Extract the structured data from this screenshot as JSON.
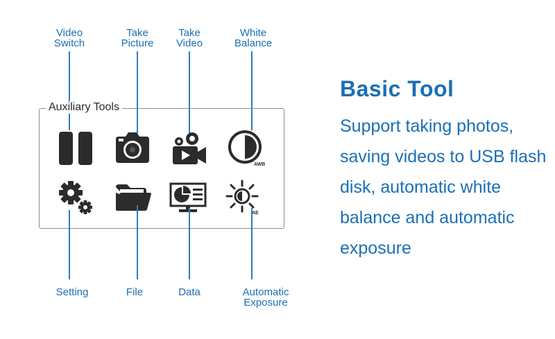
{
  "panel": {
    "title": "Auxiliary Tools"
  },
  "tools": {
    "video_switch": "Video\nSwitch",
    "take_picture": "Take\nPicture",
    "take_video": "Take\nVideo",
    "white_balance": "White\nBalance",
    "setting": "Setting",
    "file": "File",
    "data": "Data",
    "automatic_exposure": "Automatic\nExposure"
  },
  "icon_badges": {
    "white_balance": "AWB",
    "exposure": "AE"
  },
  "info": {
    "title": "Basic Tool",
    "description": "Support taking photos, saving videos to USB flash disk, automatic white balance and automatic exposure"
  },
  "colors": {
    "accent": "#1c6fb4",
    "icon": "#2b2b2b",
    "panel_border": "#8c8c8c"
  },
  "icons": [
    "pause-icon",
    "camera-icon",
    "video-camera-icon",
    "white-balance-icon",
    "gear-icon",
    "folder-icon",
    "data-icon",
    "exposure-icon"
  ]
}
